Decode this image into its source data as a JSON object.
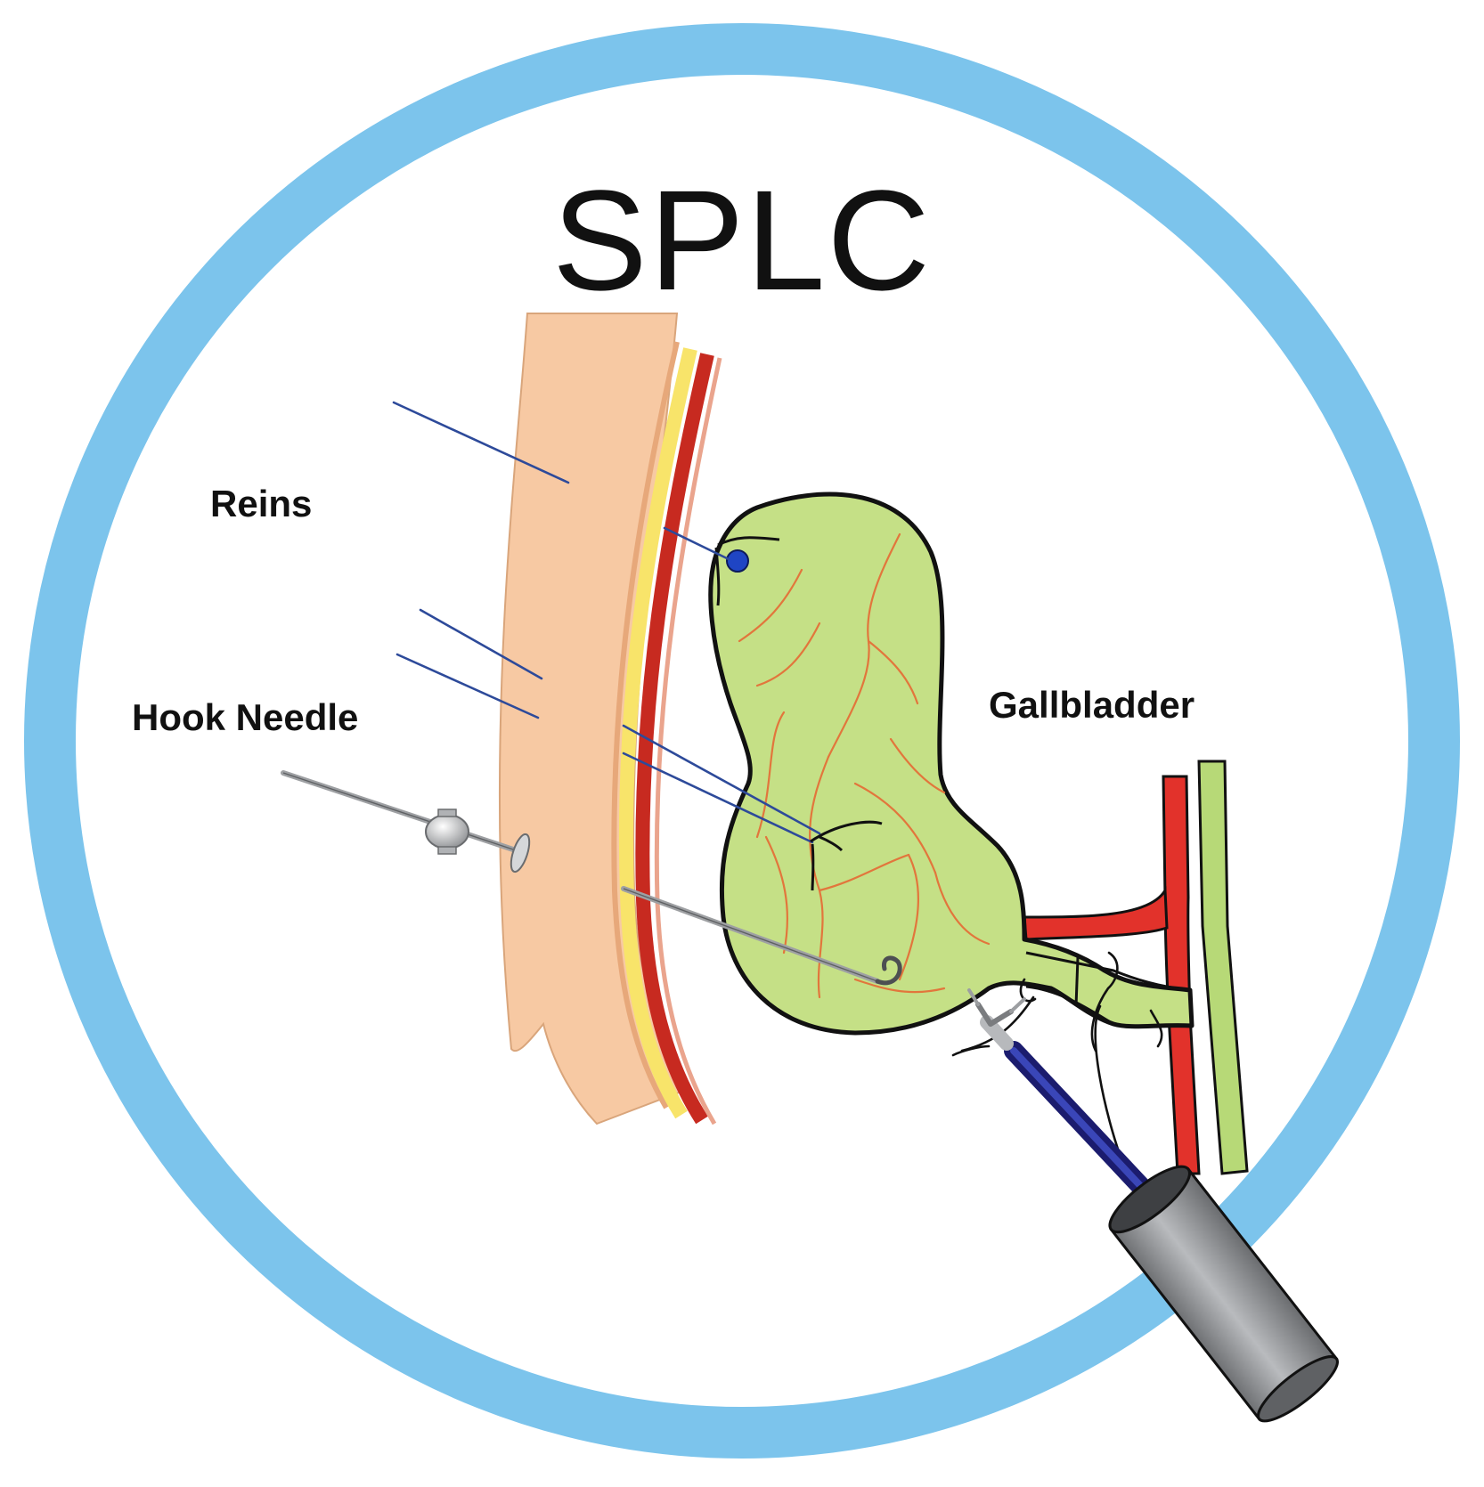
{
  "diagram": {
    "title": "SPLC",
    "labels": {
      "reins": "Reins",
      "hook_needle": "Hook Needle",
      "gallbladder": "Gallbladder"
    }
  },
  "colors": {
    "ring": "#7cc4ec",
    "skin": "#f7c9a3",
    "fat": "#f8e46a",
    "muscle": "#c72a20",
    "gallbladder": "#c5e086",
    "vessel_red": "#e2322b",
    "vessel_green": "#b7d977",
    "suture": "#2d4a9a",
    "instrument": "#8a8c8f"
  }
}
